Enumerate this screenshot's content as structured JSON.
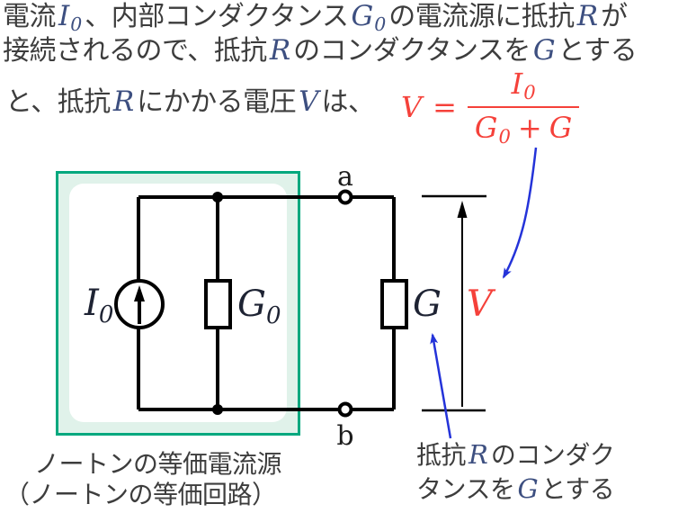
{
  "colors": {
    "body_text": "#3d3d3d",
    "math_variable": "#3d4f80",
    "circuit_label": "#1e2333",
    "accent_red": "#f5413a",
    "arrow_blue": "#2433d9",
    "norton_box_border": "#00a87e",
    "norton_box_fill": "#e0f2ea",
    "wire": "#000000"
  },
  "intro": {
    "line1": {
      "t1": "電流",
      "m1": "I",
      "m1_sub": "0",
      "t2": "、内部コンダクタンス",
      "m2": "G",
      "m2_sub": "0",
      "t3": "の電流源に抵抗",
      "m3": "R",
      "t4": "が"
    },
    "line2": {
      "t1": "接続されるので、抵抗",
      "m1": "R",
      "t2": "のコンダクタンスを",
      "m2": "G",
      "t3": "とする"
    },
    "line3": {
      "t1": "と、抵抗",
      "m1": "R",
      "t2": "にかかる電圧",
      "m2": "V",
      "t3": "は、"
    }
  },
  "formula": {
    "lhs": "V",
    "eq": "=",
    "num": "I",
    "num_sub": "0",
    "den_g": "G",
    "den_g_sub": "0",
    "den_plus": "+",
    "den_g2": "G"
  },
  "circuit": {
    "source_label": "I",
    "source_label_sub": "0",
    "g0_label": "G",
    "g0_label_sub": "0",
    "g_label": "G",
    "v_label": "V",
    "terminal_a": "a",
    "terminal_b": "b"
  },
  "captions": {
    "left1": "ノートンの等価電流源",
    "left2": "（ノートンの等価回路）",
    "right1": {
      "t1": "抵抗",
      "m1": "R",
      "t2": "のコンダク"
    },
    "right2": {
      "t1": "タンスを",
      "m1": "G",
      "t2": "とする"
    }
  }
}
